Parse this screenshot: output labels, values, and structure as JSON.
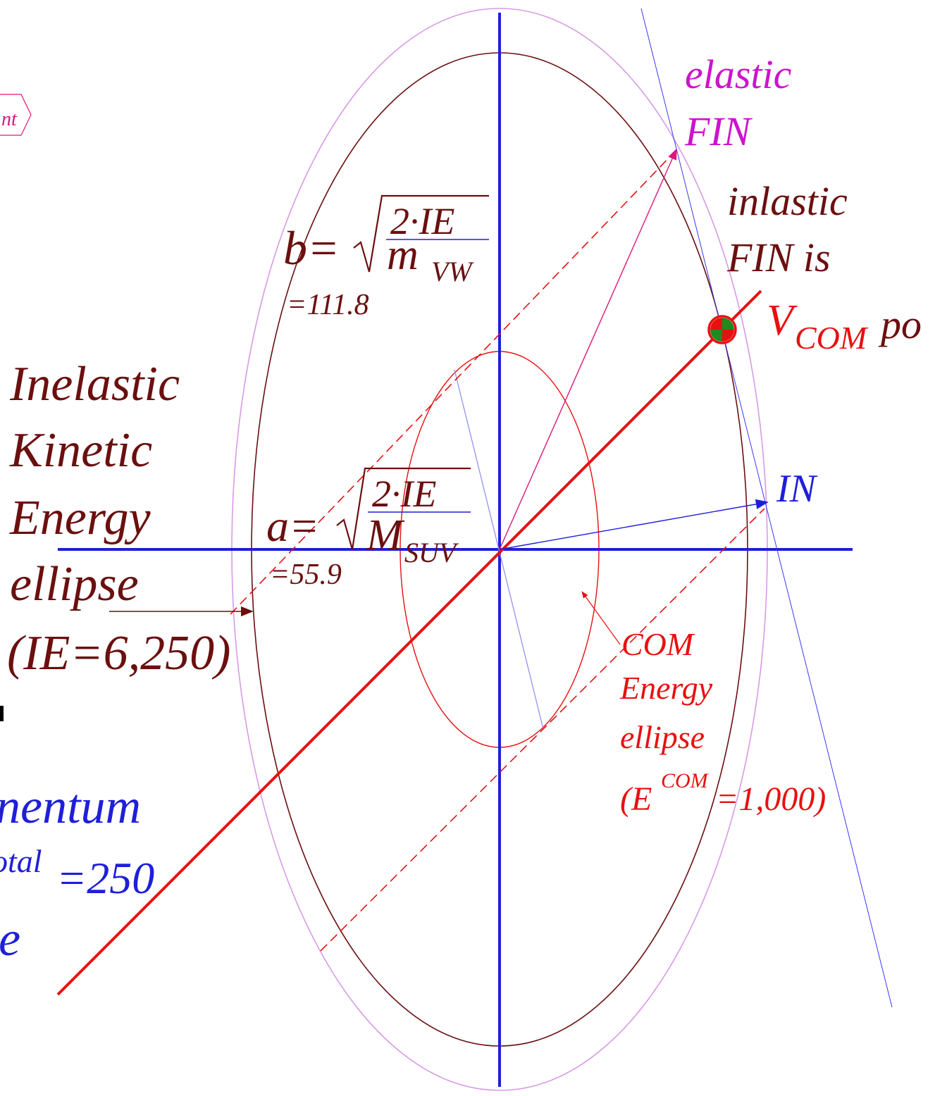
{
  "colors": {
    "axis": "#1f1fd9",
    "maroon": "#6b0f0f",
    "red": "#e81010",
    "magenta": "#cc14cc",
    "pink": "#e0157a",
    "lavender": "#d89ae6",
    "thinblue": "#3a3aee",
    "green": "#1f8a1f"
  },
  "labels": {
    "elastic_line1": "elastic",
    "elastic_line2": "FIN",
    "inelastic_fin_line1": "inlastic",
    "inelastic_fin_line2": "FIN is",
    "vcom_v": "V",
    "vcom_sub": "COM",
    "vcom_tail": "po",
    "in_label": "IN",
    "left_box_fragment": "nt",
    "b_lhs": "b=",
    "b_num": "2·IE",
    "b_den": "m",
    "b_den_sub": "VW",
    "b_value": "=111.8",
    "a_lhs": "a=",
    "a_num": "2·IE",
    "a_den": "M",
    "a_den_sub": "SUV",
    "a_value": "=55.9",
    "ike_line1": "Inelastic",
    "ike_line2": "Kinetic",
    "ike_line3": "Energy",
    "ike_line4": "ellipse",
    "ike_line5": "(IE=6,250)",
    "com_line1": "COM",
    "com_line2": "Energy",
    "com_line3": "ellipse",
    "com_line4_pre": "(E",
    "com_line4_sup": "COM",
    "com_line4_post": "=1,000)",
    "momentum_line1": "nentum",
    "momentum_line2_sup": "otal",
    "momentum_line2_val": "=250",
    "momentum_line3": "e"
  }
}
